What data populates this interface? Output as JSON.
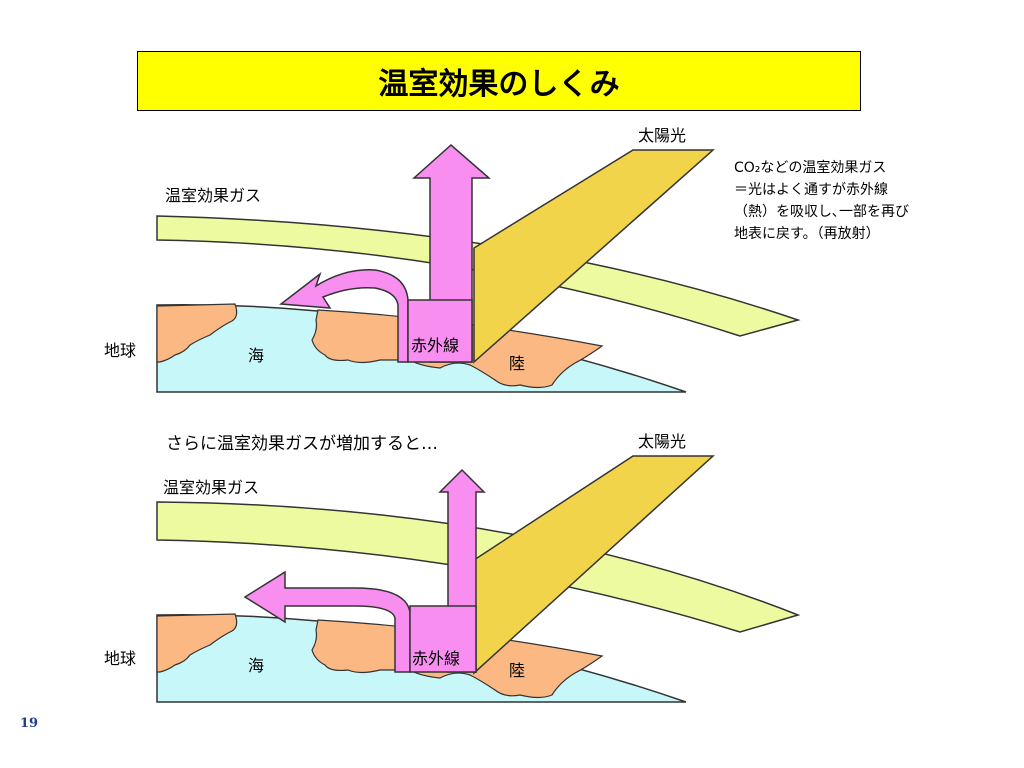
{
  "slide": {
    "title": "温室効果のしくみ",
    "page_number": "19"
  },
  "diagram_top": {
    "sunlight_label": "太陽光",
    "gas_label": "温室効果ガス",
    "earth_label": "地球",
    "sea_label": "海",
    "land_label": "陸",
    "infrared_label": "赤外線"
  },
  "diagram_bottom": {
    "caption": "さらに温室効果ガスが増加すると…",
    "sunlight_label": "太陽光",
    "gas_label": "温室効果ガス",
    "earth_label": "地球",
    "sea_label": "海",
    "land_label": "陸",
    "infrared_label": "赤外線"
  },
  "note": {
    "line1": "CO₂などの温室効果ガス",
    "line2": "＝光はよく通すが赤外線",
    "line3": "（熱）を吸収し､一部を再び",
    "line4": "地表に戻す。（再放射）"
  },
  "colors": {
    "title_bg": "#ffff00",
    "gas_band": "#eefaa0",
    "sunlight": "#f2d44a",
    "infrared": "#f78ef0",
    "land": "#fbb882",
    "sea": "#c8f7fa"
  }
}
